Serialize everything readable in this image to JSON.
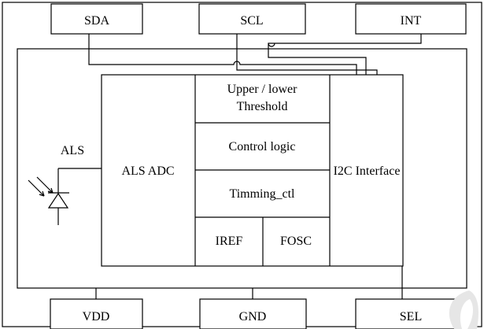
{
  "pins": {
    "sda": "SDA",
    "scl": "SCL",
    "int": "INT",
    "vdd": "VDD",
    "gnd": "GND",
    "sel": "SEL"
  },
  "blocks": {
    "als_label": "ALS",
    "als_adc": "ALS ADC",
    "threshold_line1": "Upper / lower",
    "threshold_line2": "Threshold",
    "control_logic": "Control logic",
    "timing_ctl": "Timming_ctl",
    "iref": "IREF",
    "fosc": "FOSC",
    "i2c_interface": "I2C Interface"
  },
  "colors": {
    "line": "#000000",
    "background": "#ffffff",
    "watermark": "#dcdcdc"
  }
}
